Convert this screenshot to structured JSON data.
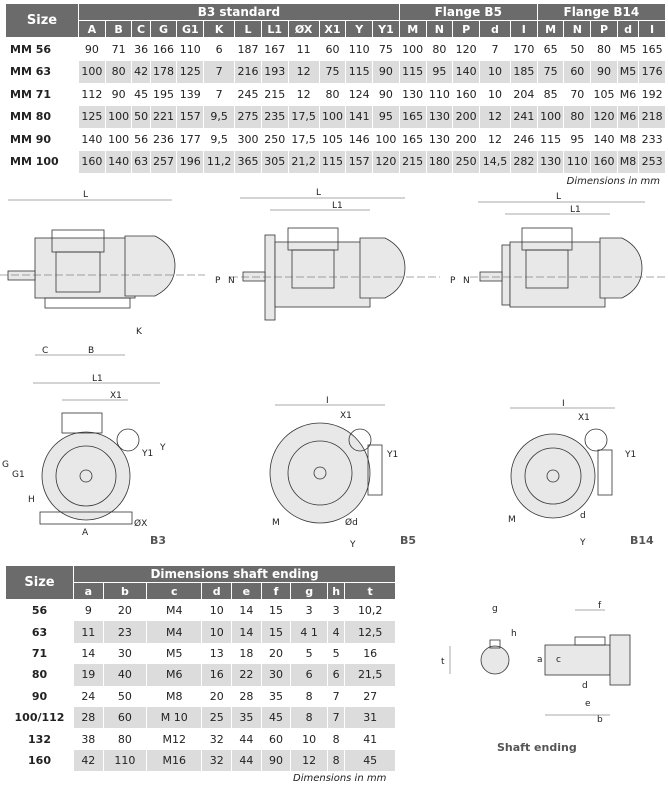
{
  "table1": {
    "size_label": "Size",
    "groups": [
      "B3 standard",
      "Flange B5",
      "Flange B14"
    ],
    "columns": [
      "A",
      "B",
      "C",
      "G",
      "G1",
      "K",
      "L",
      "L1",
      "ØX",
      "X1",
      "Y",
      "Y1",
      "M",
      "N",
      "P",
      "d",
      "I",
      "M",
      "N",
      "P",
      "d",
      "I"
    ],
    "rows": [
      {
        "size": "MM 56",
        "values": [
          "90",
          "71",
          "36",
          "166",
          "110",
          "6",
          "187",
          "167",
          "11",
          "60",
          "110",
          "75",
          "100",
          "80",
          "120",
          "7",
          "170",
          "65",
          "50",
          "80",
          "M5",
          "165"
        ]
      },
      {
        "size": "MM 63",
        "values": [
          "100",
          "80",
          "42",
          "178",
          "125",
          "7",
          "216",
          "193",
          "12",
          "75",
          "115",
          "90",
          "115",
          "95",
          "140",
          "10",
          "185",
          "75",
          "60",
          "90",
          "M5",
          "176"
        ]
      },
      {
        "size": "MM 71",
        "values": [
          "112",
          "90",
          "45",
          "195",
          "139",
          "7",
          "245",
          "215",
          "12",
          "80",
          "124",
          "90",
          "130",
          "110",
          "160",
          "10",
          "204",
          "85",
          "70",
          "105",
          "M6",
          "192"
        ]
      },
      {
        "size": "MM 80",
        "values": [
          "125",
          "100",
          "50",
          "221",
          "157",
          "9,5",
          "275",
          "235",
          "17,5",
          "100",
          "141",
          "95",
          "165",
          "130",
          "200",
          "12",
          "241",
          "100",
          "80",
          "120",
          "M6",
          "218"
        ]
      },
      {
        "size": "MM 90",
        "values": [
          "140",
          "100",
          "56",
          "236",
          "177",
          "9,5",
          "300",
          "250",
          "17,5",
          "105",
          "146",
          "100",
          "165",
          "130",
          "200",
          "12",
          "246",
          "115",
          "95",
          "140",
          "M8",
          "233"
        ]
      },
      {
        "size": "MM 100",
        "values": [
          "160",
          "140",
          "63",
          "257",
          "196",
          "11,2",
          "365",
          "305",
          "21,2",
          "115",
          "157",
          "120",
          "215",
          "180",
          "250",
          "14,5",
          "282",
          "130",
          "110",
          "160",
          "M8",
          "253"
        ]
      }
    ],
    "note": "Dimensions in mm"
  },
  "drawings": {
    "side_b3": {
      "L": "L",
      "K": "K",
      "C": "C",
      "B": "B",
      "L1": "L1"
    },
    "side_b5": {
      "L": "L",
      "L1": "L1",
      "P": "P",
      "N": "N"
    },
    "side_b14": {
      "L": "L",
      "L1": "L1",
      "P": "P",
      "N": "N"
    },
    "front_b3": {
      "X1": "X1",
      "Y1": "Y1",
      "G": "G",
      "G1": "G1",
      "H": "H",
      "A": "A",
      "X": "ØX",
      "Y": "Y",
      "caption": "B3"
    },
    "front_b5": {
      "I": "I",
      "X1": "X1",
      "Y1": "Y1",
      "M": "M",
      "d": "Ød",
      "Y": "Y",
      "caption": "B5"
    },
    "front_b14": {
      "I": "I",
      "X1": "X1",
      "Y1": "Y1",
      "M": "M",
      "d": "d",
      "Y": "Y",
      "caption": "B14"
    },
    "shaft": {
      "g": "g",
      "h": "h",
      "t": "t",
      "f": "f",
      "a": "a",
      "c": "c",
      "d": "d",
      "e": "e",
      "b": "b",
      "caption": "Shaft ending"
    }
  },
  "table2": {
    "size_label": "Size",
    "group": "Dimensions shaft ending",
    "columns": [
      "a",
      "b",
      "c",
      "d",
      "e",
      "f",
      "g",
      "h",
      "t"
    ],
    "rows": [
      {
        "size": "56",
        "values": [
          "9",
          "20",
          "M4",
          "10",
          "14",
          "15",
          "3",
          "3",
          "10,2"
        ]
      },
      {
        "size": "63",
        "values": [
          "11",
          "23",
          "M4",
          "10",
          "14",
          "15",
          "4 1",
          "4",
          "12,5"
        ]
      },
      {
        "size": "71",
        "values": [
          "14",
          "30",
          "M5",
          "13",
          "18",
          "20",
          "5",
          "5",
          "16"
        ]
      },
      {
        "size": "80",
        "values": [
          "19",
          "40",
          "M6",
          "16",
          "22",
          "30",
          "6",
          "6",
          "21,5"
        ]
      },
      {
        "size": "90",
        "values": [
          "24",
          "50",
          "M8",
          "20",
          "28",
          "35",
          "8",
          "7",
          "27"
        ]
      },
      {
        "size": "100/112",
        "values": [
          "28",
          "60",
          "M 10",
          "25",
          "35",
          "45",
          "8",
          "7",
          "31"
        ]
      },
      {
        "size": "132",
        "values": [
          "38",
          "80",
          "M12",
          "32",
          "44",
          "60",
          "10",
          "8",
          "41"
        ]
      },
      {
        "size": "160",
        "values": [
          "42",
          "110",
          "M16",
          "32",
          "44",
          "90",
          "12",
          "8",
          "45"
        ]
      }
    ],
    "note": "Dimensions in mm"
  }
}
